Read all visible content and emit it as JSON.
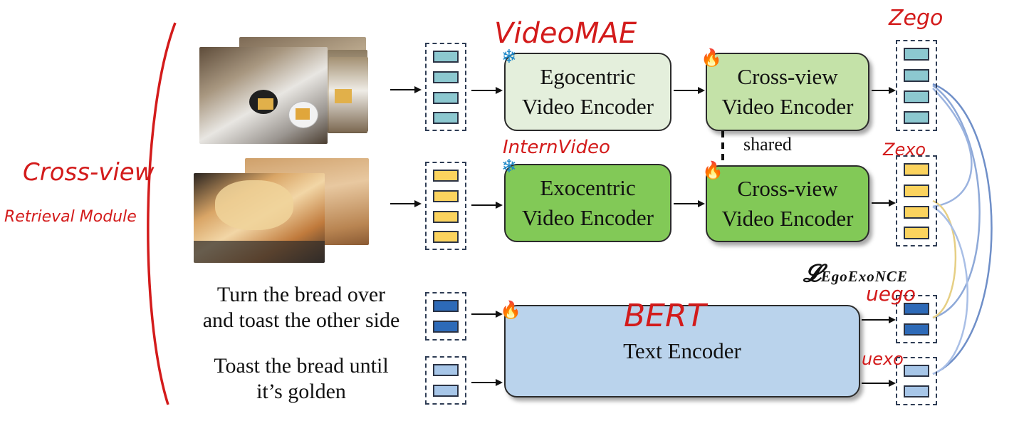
{
  "module": {
    "label_line1": "Cross-view",
    "label_line2": "Retrieval Module"
  },
  "encoders": {
    "ego": {
      "line1": "Egocentric",
      "line2": "Video Encoder",
      "annotation": "VideoMAE"
    },
    "exo": {
      "line1": "Exocentric",
      "line2": "Video Encoder",
      "annotation": "InternVideo"
    },
    "cross_view": {
      "line1": "Cross-view",
      "line2": "Video Encoder"
    },
    "text": {
      "label": "Text Encoder",
      "annotation": "BERT"
    }
  },
  "shared_label": "shared",
  "captions": {
    "caption1_line1": "Turn the bread over",
    "caption1_line2": "and toast the other side",
    "caption2_line1": "Toast the bread until",
    "caption2_line2": "it’s golden"
  },
  "outputs": {
    "z_ego": "Zego",
    "z_exo": "Zexo",
    "u_ego": "uego",
    "u_exo": "uexo"
  },
  "loss": {
    "symbol": "𝓛",
    "subscript": "EgoExoNCE"
  },
  "icons": {
    "frozen": "snowflake-icon",
    "trainable": "fire-icon"
  },
  "colors": {
    "ego_token": "#8cc8d0",
    "exo_token": "#fbd35e",
    "text_token_dark": "#2d6ab8",
    "text_token_light": "#a7c6e8",
    "annotation_red": "#d31b1b",
    "curve_blue": "#6f8fc8",
    "curve_yellow": "#e6cf84"
  }
}
